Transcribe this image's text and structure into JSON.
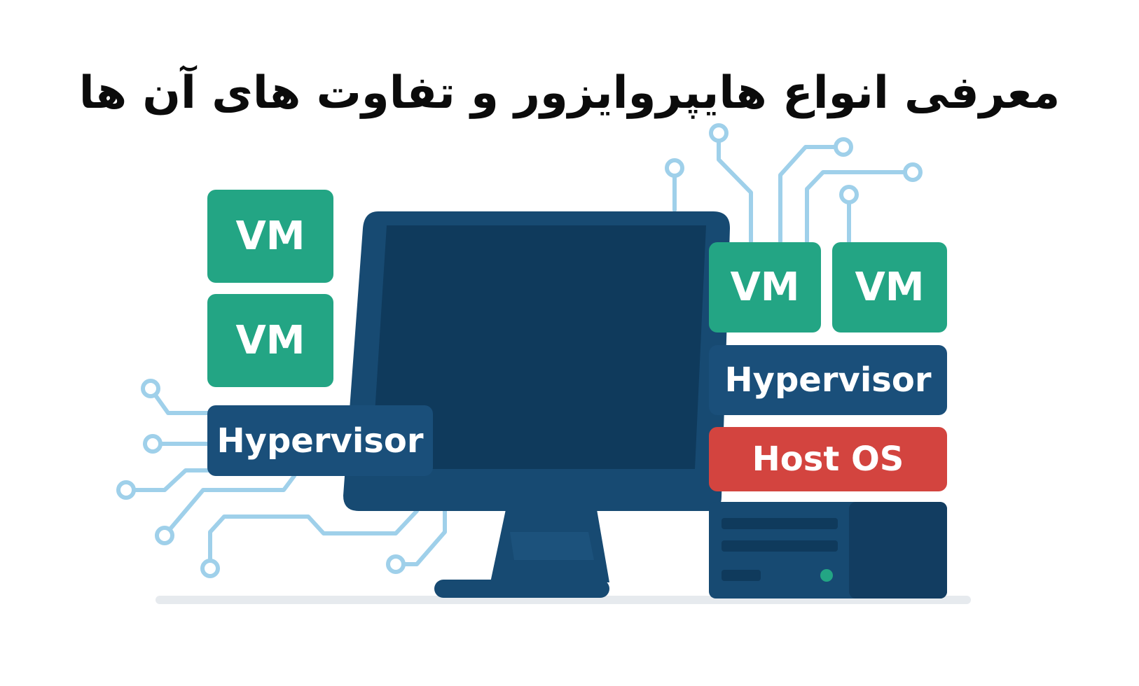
{
  "title": "معرفی انواع هایپروایزور و تفاوت های آن ها",
  "left_stack": {
    "vm_1": "VM",
    "vm_2": "VM",
    "hypervisor": "Hypervisor"
  },
  "right_stack": {
    "vm_1": "VM",
    "vm_2": "VM",
    "hypervisor": "Hypervisor",
    "host_os": "Host OS"
  },
  "colors": {
    "vm": "#23a584",
    "hypervisor": "#1a4f7a",
    "host_os": "#d3443f",
    "monitor": "#174a72",
    "screen": "#0f3a5c",
    "circuit": "#9fd0ea"
  }
}
